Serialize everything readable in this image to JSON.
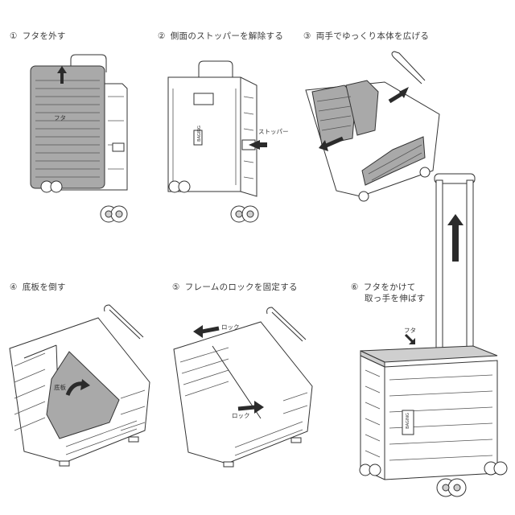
{
  "steps": [
    {
      "number": "①",
      "text": "フタを外す"
    },
    {
      "number": "②",
      "text": "側面のストッパーを解除する"
    },
    {
      "number": "③",
      "text": "両手でゆっくり本体を広げる"
    },
    {
      "number": "④",
      "text": "底板を倒す"
    },
    {
      "number": "⑤",
      "text": "フレームのロックを固定する"
    },
    {
      "number": "⑥",
      "text": "フタをかけて",
      "text2": "取っ手を伸ばす"
    }
  ],
  "callouts": {
    "lid_step1": "フタ",
    "stopper": "ストッパー",
    "bottom_board": "底板",
    "lock_top": "ロック",
    "lock_bottom": "ロック",
    "lid_step6": "フタ"
  },
  "brand_text": "BAGING",
  "colors": {
    "line": "#333333",
    "panel_grey": "#a9a9a9",
    "lid_grey": "#cfcfcf"
  }
}
